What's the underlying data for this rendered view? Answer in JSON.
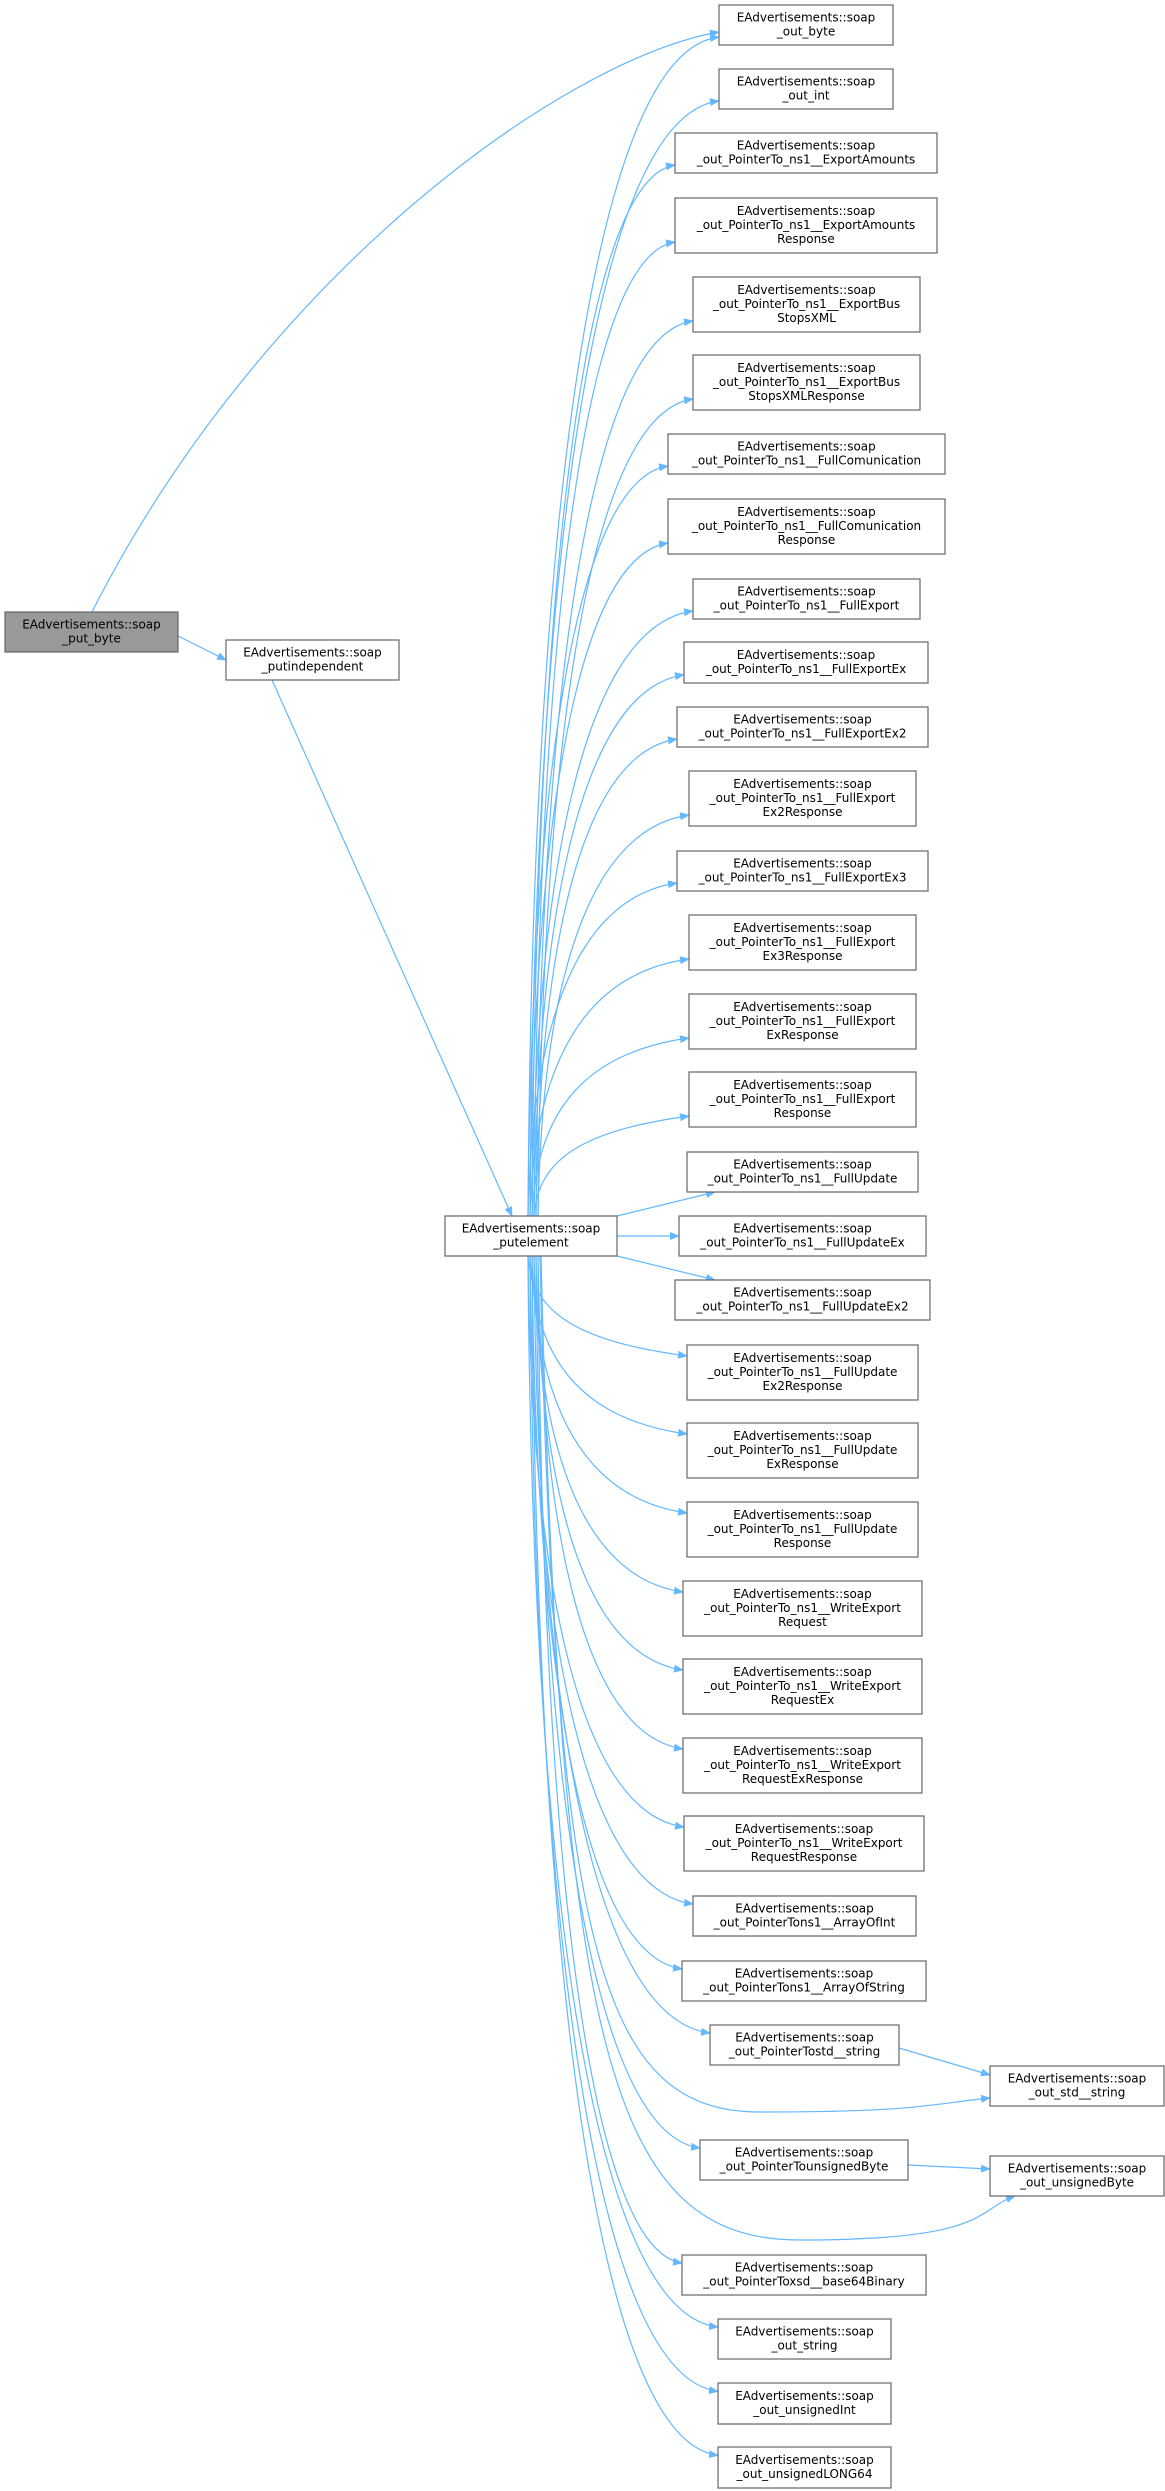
{
  "graph_type": "call-graph",
  "colors": {
    "edge": "#63b8ff",
    "node_border": "#666666",
    "root_fill": "#999999",
    "node_fill": "#ffffff"
  },
  "nodes": [
    {
      "id": "put_byte",
      "lines": [
        "EAdvertisements::soap",
        "_put_byte"
      ],
      "root": true
    },
    {
      "id": "putindependent",
      "lines": [
        "EAdvertisements::soap",
        "_putindependent"
      ]
    },
    {
      "id": "putelement",
      "lines": [
        "EAdvertisements::soap",
        "_putelement"
      ]
    },
    {
      "id": "out_byte",
      "lines": [
        "EAdvertisements::soap",
        "_out_byte"
      ]
    },
    {
      "id": "out_int",
      "lines": [
        "EAdvertisements::soap",
        "_out_int"
      ]
    },
    {
      "id": "ExportAmounts",
      "lines": [
        "EAdvertisements::soap",
        "_out_PointerTo_ns1__ExportAmounts"
      ]
    },
    {
      "id": "ExportAmountsResponse",
      "lines": [
        "EAdvertisements::soap",
        "_out_PointerTo_ns1__ExportAmounts",
        "Response"
      ]
    },
    {
      "id": "ExportBusStopsXML",
      "lines": [
        "EAdvertisements::soap",
        "_out_PointerTo_ns1__ExportBus",
        "StopsXML"
      ]
    },
    {
      "id": "ExportBusStopsXMLResponse",
      "lines": [
        "EAdvertisements::soap",
        "_out_PointerTo_ns1__ExportBus",
        "StopsXMLResponse"
      ]
    },
    {
      "id": "FullComunication",
      "lines": [
        "EAdvertisements::soap",
        "_out_PointerTo_ns1__FullComunication"
      ]
    },
    {
      "id": "FullComunicationResponse",
      "lines": [
        "EAdvertisements::soap",
        "_out_PointerTo_ns1__FullComunication",
        "Response"
      ]
    },
    {
      "id": "FullExport",
      "lines": [
        "EAdvertisements::soap",
        "_out_PointerTo_ns1__FullExport"
      ]
    },
    {
      "id": "FullExportEx",
      "lines": [
        "EAdvertisements::soap",
        "_out_PointerTo_ns1__FullExportEx"
      ]
    },
    {
      "id": "FullExportEx2",
      "lines": [
        "EAdvertisements::soap",
        "_out_PointerTo_ns1__FullExportEx2"
      ]
    },
    {
      "id": "FullExportEx2Response",
      "lines": [
        "EAdvertisements::soap",
        "_out_PointerTo_ns1__FullExport",
        "Ex2Response"
      ]
    },
    {
      "id": "FullExportEx3",
      "lines": [
        "EAdvertisements::soap",
        "_out_PointerTo_ns1__FullExportEx3"
      ]
    },
    {
      "id": "FullExportEx3Response",
      "lines": [
        "EAdvertisements::soap",
        "_out_PointerTo_ns1__FullExport",
        "Ex3Response"
      ]
    },
    {
      "id": "FullExportExResponse",
      "lines": [
        "EAdvertisements::soap",
        "_out_PointerTo_ns1__FullExport",
        "ExResponse"
      ]
    },
    {
      "id": "FullExportResponse",
      "lines": [
        "EAdvertisements::soap",
        "_out_PointerTo_ns1__FullExport",
        "Response"
      ]
    },
    {
      "id": "FullUpdate",
      "lines": [
        "EAdvertisements::soap",
        "_out_PointerTo_ns1__FullUpdate"
      ]
    },
    {
      "id": "FullUpdateEx",
      "lines": [
        "EAdvertisements::soap",
        "_out_PointerTo_ns1__FullUpdateEx"
      ]
    },
    {
      "id": "FullUpdateEx2",
      "lines": [
        "EAdvertisements::soap",
        "_out_PointerTo_ns1__FullUpdateEx2"
      ]
    },
    {
      "id": "FullUpdateEx2Response",
      "lines": [
        "EAdvertisements::soap",
        "_out_PointerTo_ns1__FullUpdate",
        "Ex2Response"
      ]
    },
    {
      "id": "FullUpdateExResponse",
      "lines": [
        "EAdvertisements::soap",
        "_out_PointerTo_ns1__FullUpdate",
        "ExResponse"
      ]
    },
    {
      "id": "FullUpdateResponse",
      "lines": [
        "EAdvertisements::soap",
        "_out_PointerTo_ns1__FullUpdate",
        "Response"
      ]
    },
    {
      "id": "WriteExportRequest",
      "lines": [
        "EAdvertisements::soap",
        "_out_PointerTo_ns1__WriteExport",
        "Request"
      ]
    },
    {
      "id": "WriteExportRequestEx",
      "lines": [
        "EAdvertisements::soap",
        "_out_PointerTo_ns1__WriteExport",
        "RequestEx"
      ]
    },
    {
      "id": "WriteExportRequestExResponse",
      "lines": [
        "EAdvertisements::soap",
        "_out_PointerTo_ns1__WriteExport",
        "RequestExResponse"
      ]
    },
    {
      "id": "WriteExportRequestResponse",
      "lines": [
        "EAdvertisements::soap",
        "_out_PointerTo_ns1__WriteExport",
        "RequestResponse"
      ]
    },
    {
      "id": "ArrayOfInt",
      "lines": [
        "EAdvertisements::soap",
        "_out_PointerTons1__ArrayOfInt"
      ]
    },
    {
      "id": "ArrayOfString",
      "lines": [
        "EAdvertisements::soap",
        "_out_PointerTons1__ArrayOfString"
      ]
    },
    {
      "id": "PointerTostd_string",
      "lines": [
        "EAdvertisements::soap",
        "_out_PointerTostd__string"
      ]
    },
    {
      "id": "std_string",
      "lines": [
        "EAdvertisements::soap",
        "_out_std__string"
      ]
    },
    {
      "id": "PointerTounsignedByte",
      "lines": [
        "EAdvertisements::soap",
        "_out_PointerTounsignedByte"
      ]
    },
    {
      "id": "unsignedByte",
      "lines": [
        "EAdvertisements::soap",
        "_out_unsignedByte"
      ]
    },
    {
      "id": "base64Binary",
      "lines": [
        "EAdvertisements::soap",
        "_out_PointerToxsd__base64Binary"
      ]
    },
    {
      "id": "out_string",
      "lines": [
        "EAdvertisements::soap",
        "_out_string"
      ]
    },
    {
      "id": "unsignedInt",
      "lines": [
        "EAdvertisements::soap",
        "_out_unsignedInt"
      ]
    },
    {
      "id": "unsignedLONG64",
      "lines": [
        "EAdvertisements::soap",
        "_out_unsignedLONG64"
      ]
    }
  ],
  "edges": [
    [
      "put_byte",
      "out_byte"
    ],
    [
      "put_byte",
      "putindependent"
    ],
    [
      "putindependent",
      "putelement"
    ],
    [
      "putelement",
      "out_byte"
    ],
    [
      "putelement",
      "out_int"
    ],
    [
      "putelement",
      "ExportAmounts"
    ],
    [
      "putelement",
      "ExportAmountsResponse"
    ],
    [
      "putelement",
      "ExportBusStopsXML"
    ],
    [
      "putelement",
      "ExportBusStopsXMLResponse"
    ],
    [
      "putelement",
      "FullComunication"
    ],
    [
      "putelement",
      "FullComunicationResponse"
    ],
    [
      "putelement",
      "FullExport"
    ],
    [
      "putelement",
      "FullExportEx"
    ],
    [
      "putelement",
      "FullExportEx2"
    ],
    [
      "putelement",
      "FullExportEx2Response"
    ],
    [
      "putelement",
      "FullExportEx3"
    ],
    [
      "putelement",
      "FullExportEx3Response"
    ],
    [
      "putelement",
      "FullExportExResponse"
    ],
    [
      "putelement",
      "FullExportResponse"
    ],
    [
      "putelement",
      "FullUpdate"
    ],
    [
      "putelement",
      "FullUpdateEx"
    ],
    [
      "putelement",
      "FullUpdateEx2"
    ],
    [
      "putelement",
      "FullUpdateEx2Response"
    ],
    [
      "putelement",
      "FullUpdateExResponse"
    ],
    [
      "putelement",
      "FullUpdateResponse"
    ],
    [
      "putelement",
      "WriteExportRequest"
    ],
    [
      "putelement",
      "WriteExportRequestEx"
    ],
    [
      "putelement",
      "WriteExportRequestExResponse"
    ],
    [
      "putelement",
      "WriteExportRequestResponse"
    ],
    [
      "putelement",
      "ArrayOfInt"
    ],
    [
      "putelement",
      "ArrayOfString"
    ],
    [
      "putelement",
      "PointerTostd_string"
    ],
    [
      "putelement",
      "std_string"
    ],
    [
      "putelement",
      "PointerTounsignedByte"
    ],
    [
      "putelement",
      "unsignedByte"
    ],
    [
      "putelement",
      "base64Binary"
    ],
    [
      "putelement",
      "out_string"
    ],
    [
      "putelement",
      "unsignedInt"
    ],
    [
      "putelement",
      "unsignedLONG64"
    ],
    [
      "PointerTostd_string",
      "std_string"
    ],
    [
      "PointerTounsignedByte",
      "unsignedByte"
    ]
  ]
}
